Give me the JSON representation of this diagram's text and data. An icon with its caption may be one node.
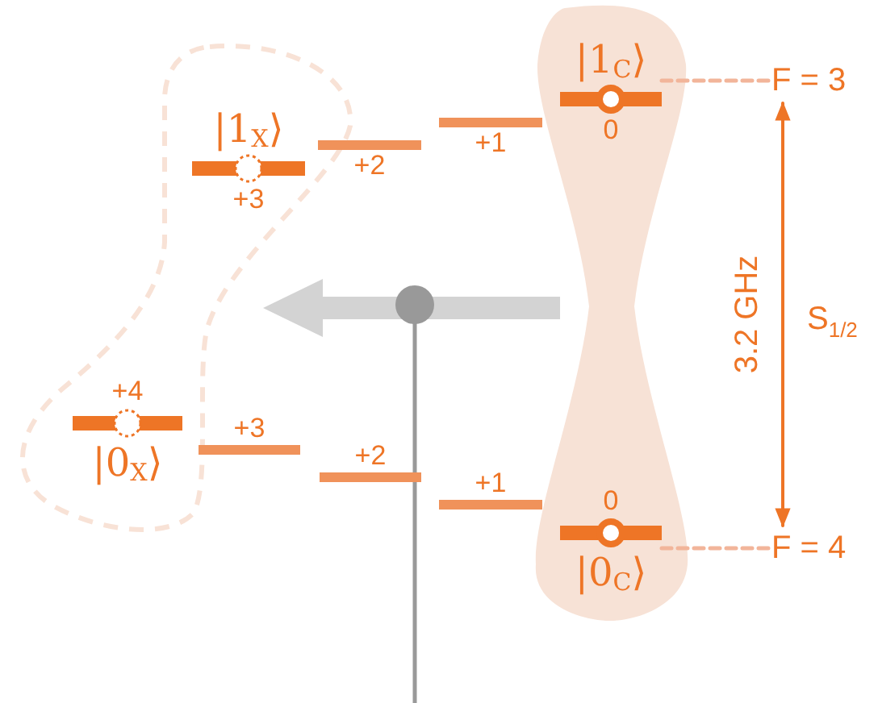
{
  "diagram": {
    "nodes": [
      {
        "text": [],
        "shape": "blob"
      },
      {
        "text": [
          "|1$_{X}$⟩",
          "+3"
        ],
        "in": 0
      },
      {
        "text": [
          "+2"
        ]
      },
      {
        "text": [
          "+1"
        ]
      },
      {
        "text": [],
        "shape": "blob"
      },
      {
        "text": [
          "|1$_{C}$⟩",
          "0"
        ],
        "in": 4
      },
      {
        "text": [
          "F = 3"
        ]
      },
      {
        "text": [
          "+4",
          "|0$_{X}$⟩"
        ],
        "in": 0
      },
      {
        "text": [
          "+3"
        ]
      },
      {
        "text": [
          "+2"
        ]
      },
      {
        "text": [
          "+1"
        ]
      },
      {
        "text": [
          "0",
          "|0$_{C}$⟩"
        ],
        "in": 4
      },
      {
        "text": [
          "F = 4"
        ]
      }
    ],
    "edges": [
      {
        "from": 5,
        "to": 6,
        "arrow": "none",
        "style": "dashed"
      },
      {
        "from": 11,
        "to": 12,
        "arrow": "none",
        "style": "dashed"
      },
      {
        "from": 6,
        "to": 12,
        "arrow": "both",
        "label": "3.2 GHz",
        "color": "#ee7526"
      }
    ],
    "labels": [
      "S$_{1/2}$"
    ]
  }
}
